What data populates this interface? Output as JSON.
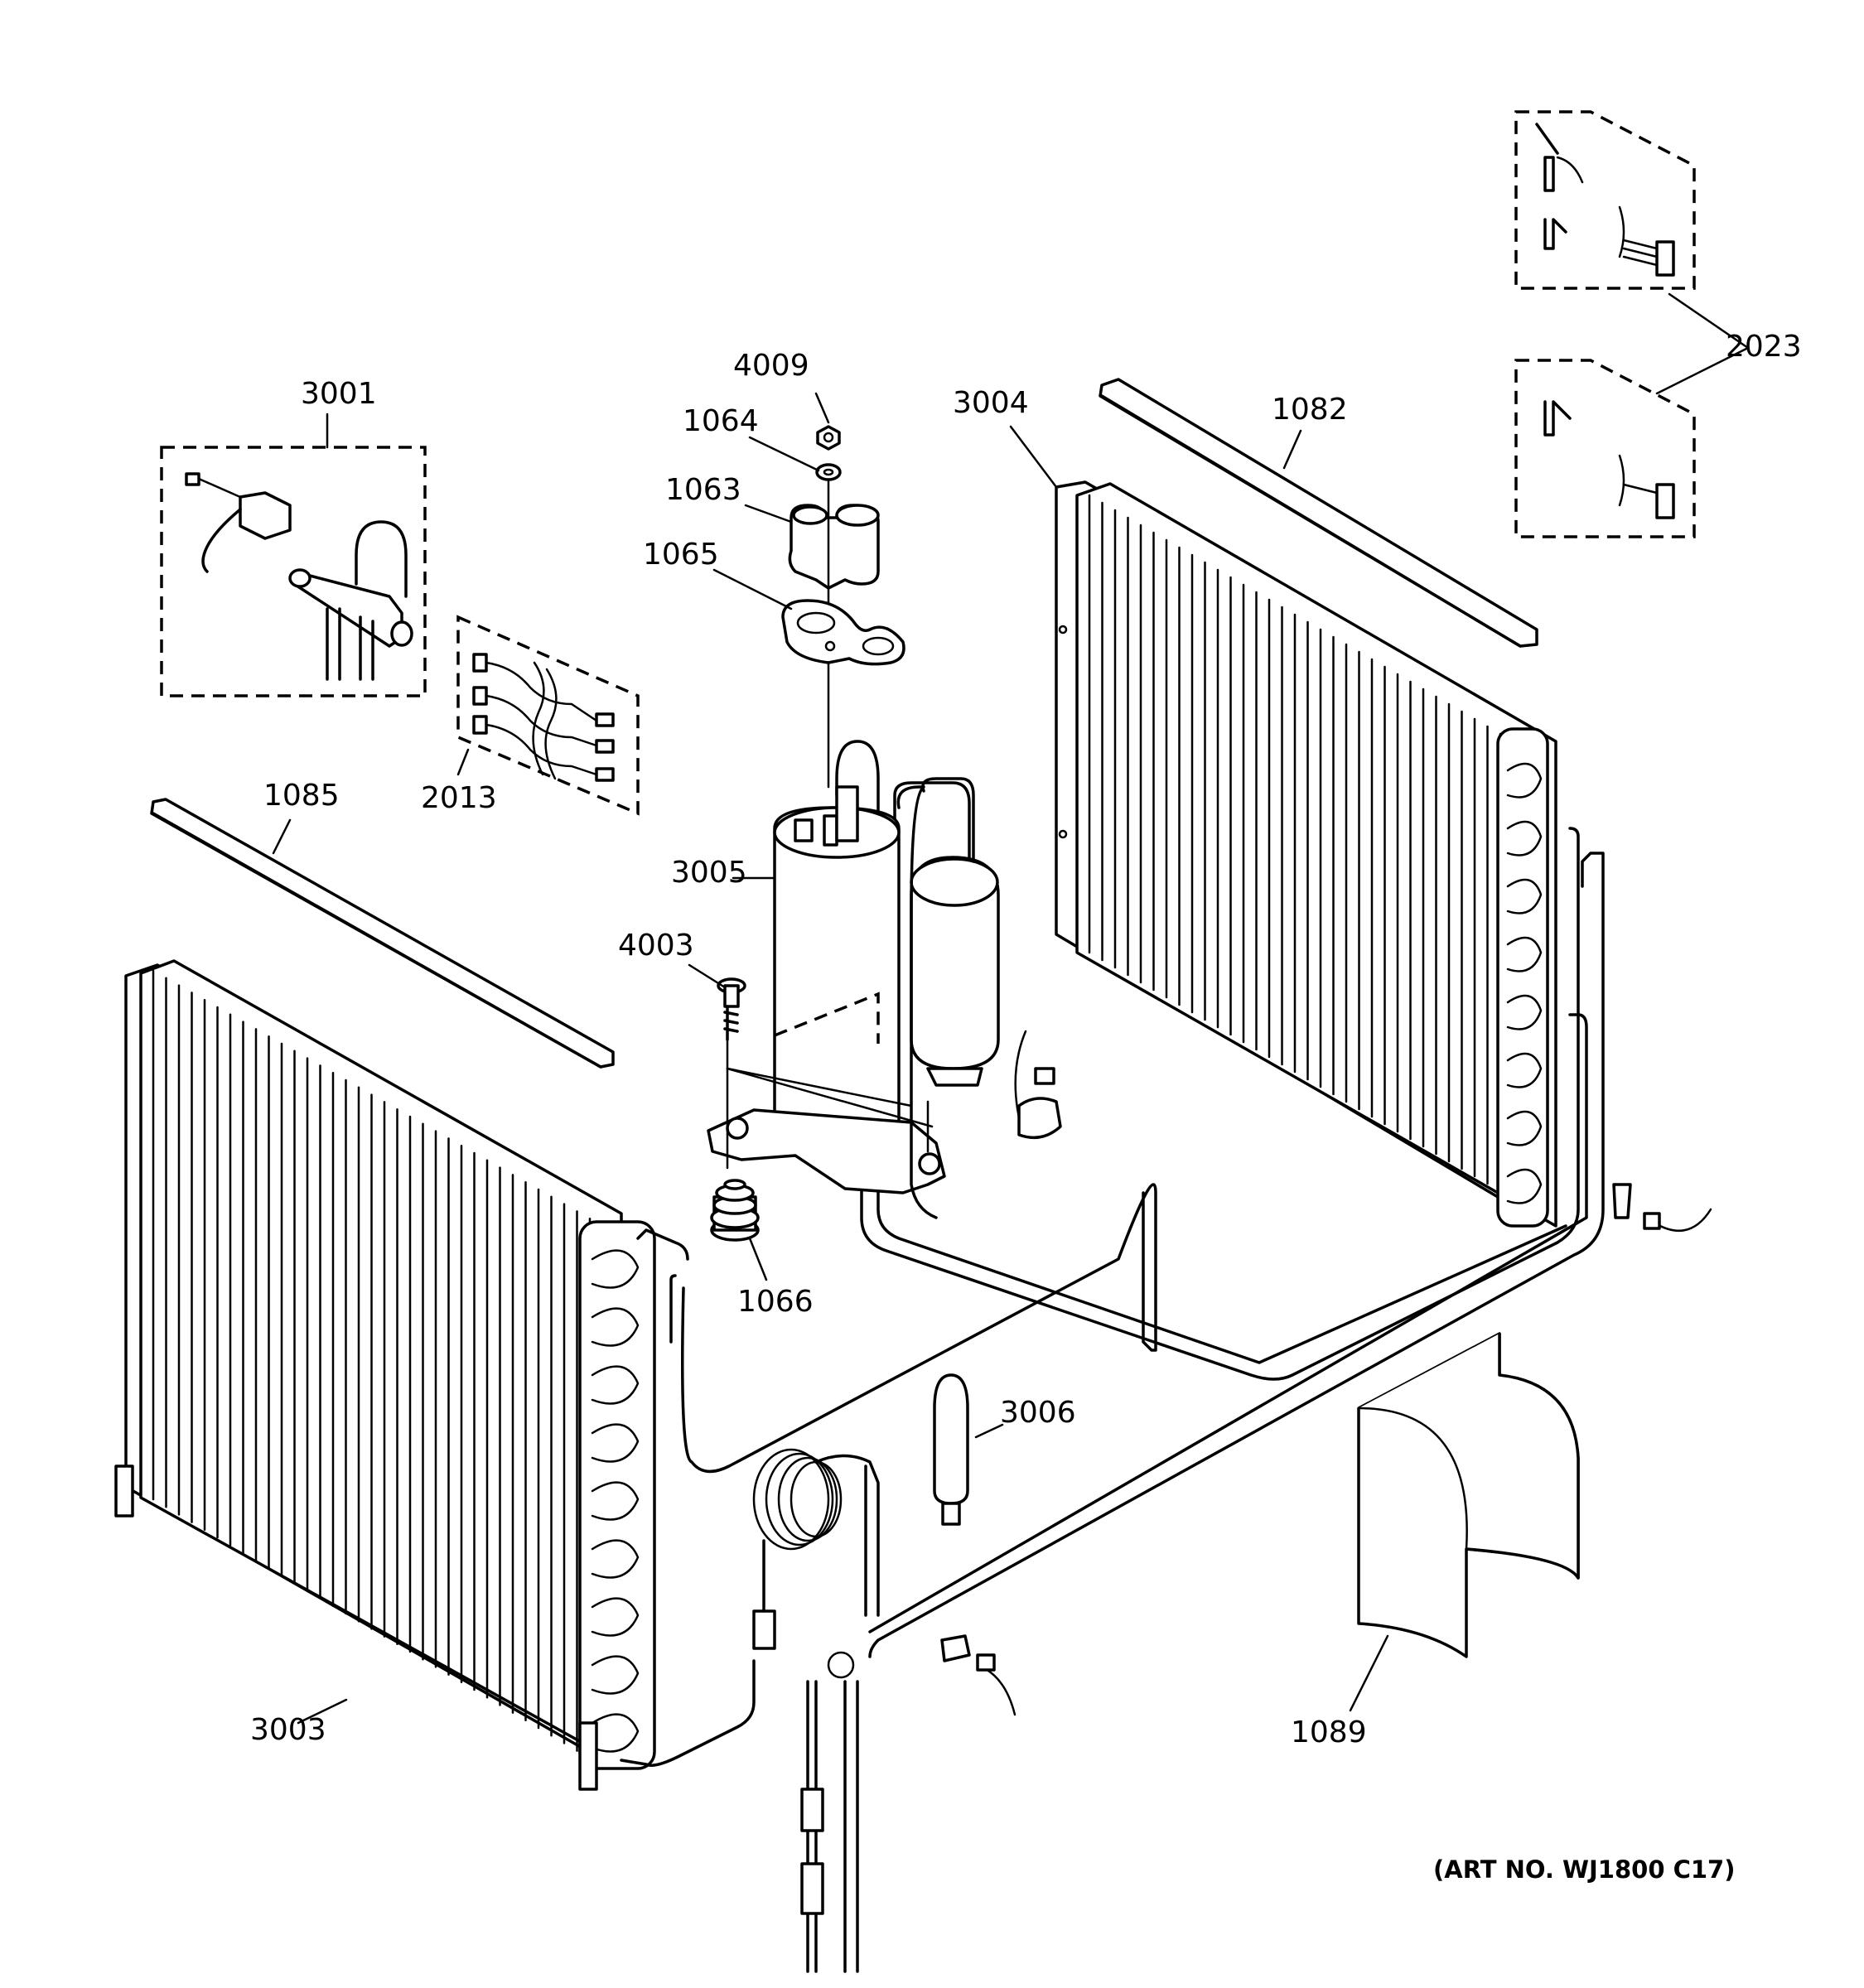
{
  "labels": {
    "p3001": "3001",
    "p2013": "2013",
    "p4009": "4009",
    "p1064": "1064",
    "p1063": "1063",
    "p1065": "1065",
    "p3004": "3004",
    "p1082": "1082",
    "p2023": "2023",
    "p1085": "1085",
    "p3005": "3005",
    "p4003": "4003",
    "p1066": "1066",
    "p3006": "3006",
    "p3003": "3003",
    "p1089": "1089"
  },
  "art_number": "(ART NO. WJ1800 C17)"
}
